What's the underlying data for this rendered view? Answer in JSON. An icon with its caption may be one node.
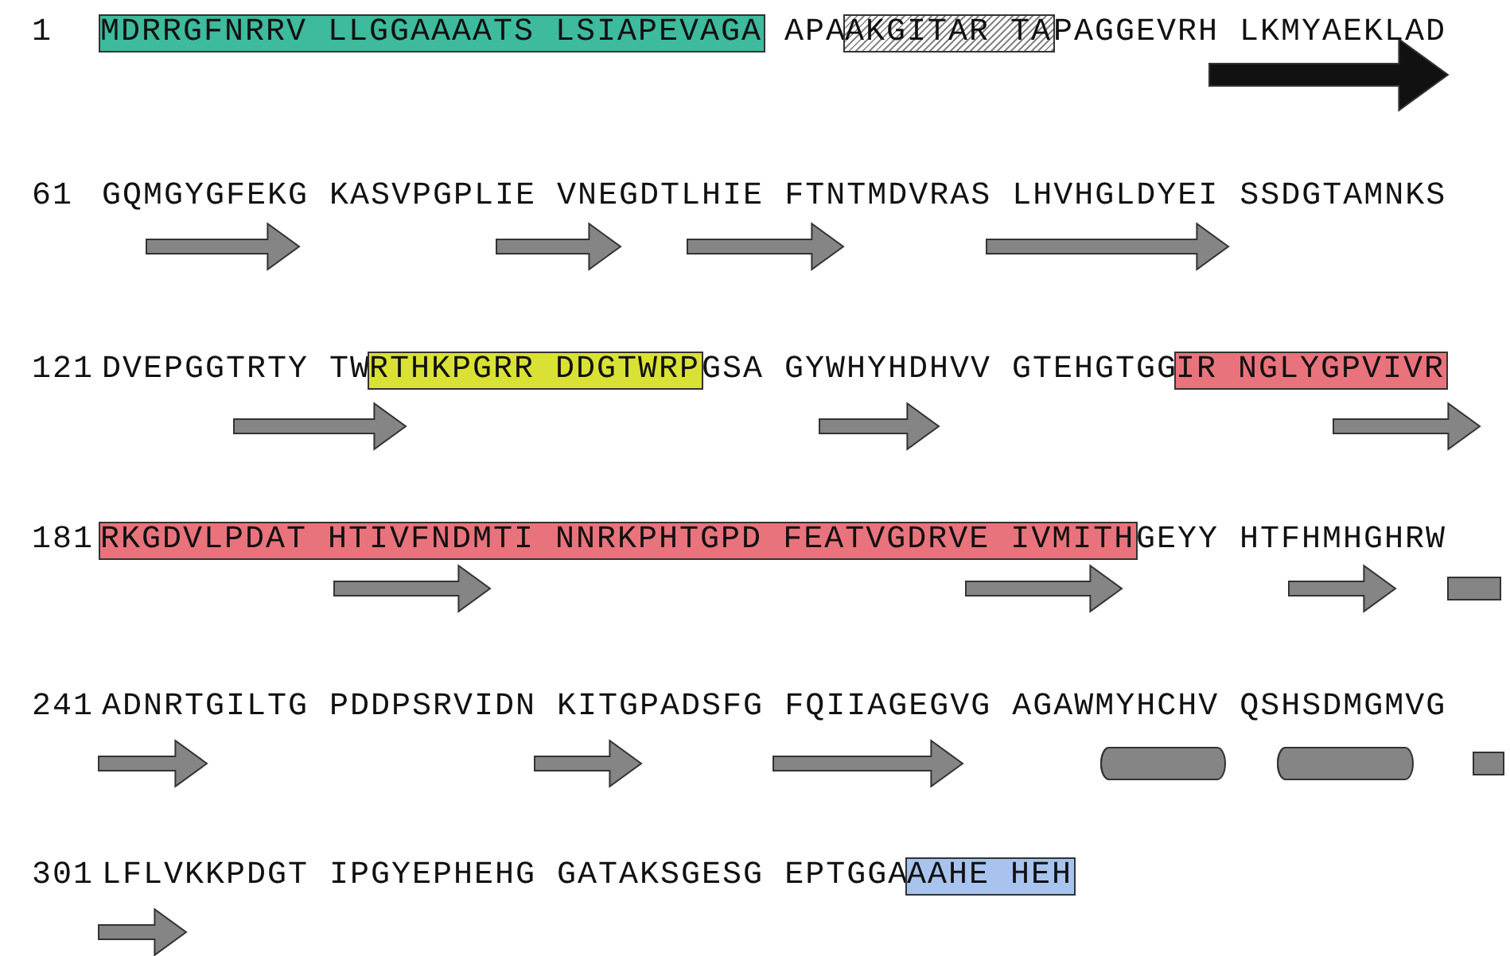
{
  "diagram": {
    "nodes": [
      {
        "text": [
          "MDRRGFNRRV LLGGAAAATS LSIAPEVAGA"
        ]
      },
      {
        "text": [
          "AKGITAR TA"
        ]
      },
      {
        "text": [
          "RTHKPGRR DDGTWRP"
        ]
      },
      {
        "text": [
          "IR NGLYGPVIVR"
        ]
      },
      {
        "text": [
          "RKGDVLPDAT HTIVFNDMTI NNRKPHTGPD FEATVGDRVE IVMITH"
        ]
      },
      {
        "text": [
          "AAHE HEH"
        ]
      }
    ],
    "labels": [
      "1",
      "APA",
      "PAGGEVRH LKMYAEKLAD",
      "61",
      "GQMGYGFEKG KASVPGPLIE VNEGDTLHIE FTNTMDVRAS LHVHGLDYEI SSDGTAMNKS",
      "121",
      "DVEPGGTRTY TW",
      "GSA GYWHYHDHVV GTEHGTGG",
      "181",
      "GEYY HTFHMHGHRW",
      "241",
      "ADNRTGILTG PDDPSRVIDN KITGPADSFG FQIIAGEGVG AGAWMYHCHV QSHSDMGMVG",
      "301",
      "LFLVKKPDGT IPGYEPHEHG GATAKSGESG EPTGGA"
    ]
  }
}
